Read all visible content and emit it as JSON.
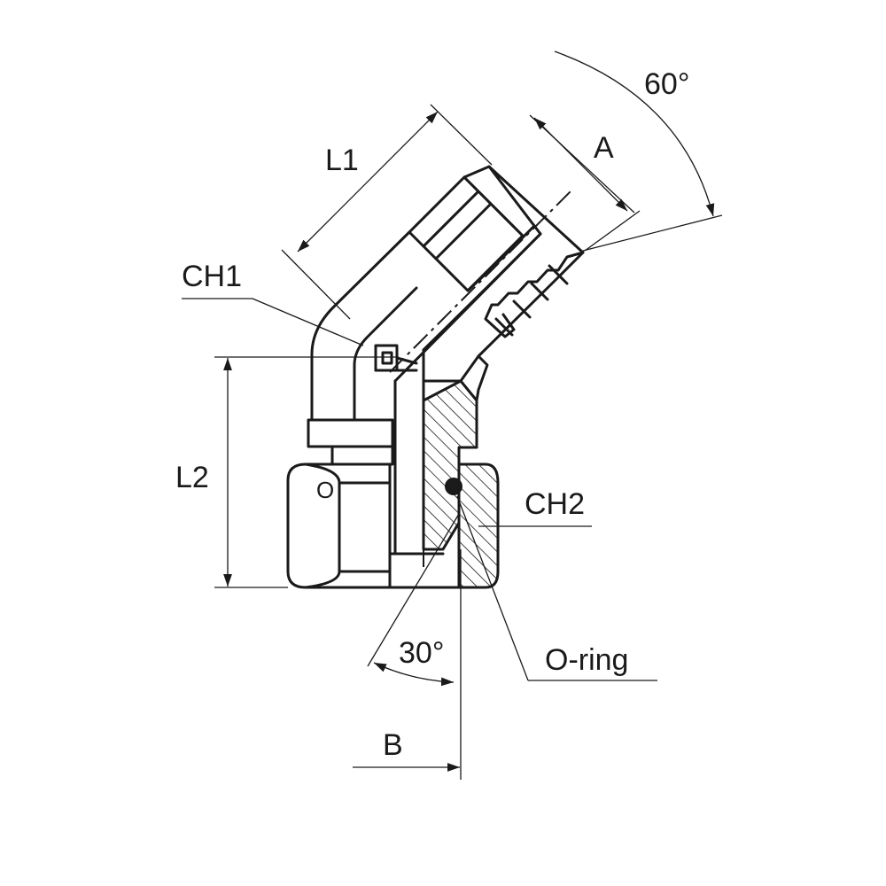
{
  "diagram": {
    "labels": {
      "l1": "L1",
      "a": "A",
      "angle_60": "60°",
      "ch1": "CH1",
      "l2": "L2",
      "o_mark": "O",
      "ch2": "CH2",
      "angle_30": "30°",
      "o_ring": "O-ring",
      "b": "B"
    },
    "colors": {
      "line": "#1a1a1a",
      "background": "#ffffff"
    }
  }
}
